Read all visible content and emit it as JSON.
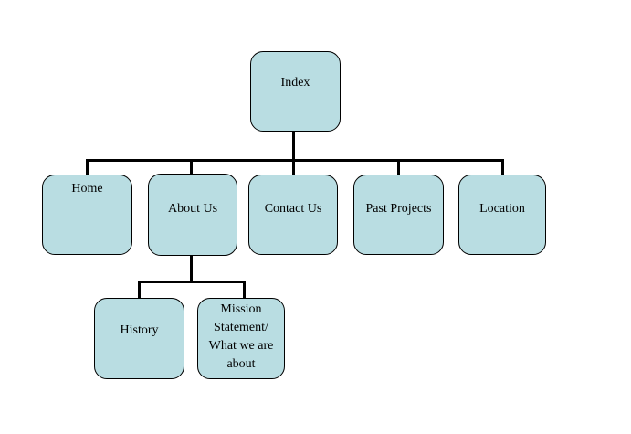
{
  "diagram": {
    "type": "sitemap-tree",
    "colors": {
      "node_fill": "#b9dde2",
      "node_border": "#000000",
      "connector": "#000000",
      "background": "#ffffff"
    },
    "nodes": {
      "index": {
        "label": "Index"
      },
      "home": {
        "label": "Home"
      },
      "about": {
        "label": "About Us"
      },
      "contact": {
        "label": "Contact Us"
      },
      "past_projects": {
        "label": "Past Projects"
      },
      "location": {
        "label": "Location"
      },
      "history": {
        "label": "History"
      },
      "mission": {
        "label": "Mission\nStatement/\nWhat we are\nabout"
      }
    },
    "edges": [
      {
        "from": "index",
        "to": "home"
      },
      {
        "from": "index",
        "to": "about"
      },
      {
        "from": "index",
        "to": "contact"
      },
      {
        "from": "index",
        "to": "past_projects"
      },
      {
        "from": "index",
        "to": "location"
      },
      {
        "from": "about",
        "to": "history"
      },
      {
        "from": "about",
        "to": "mission"
      }
    ]
  }
}
